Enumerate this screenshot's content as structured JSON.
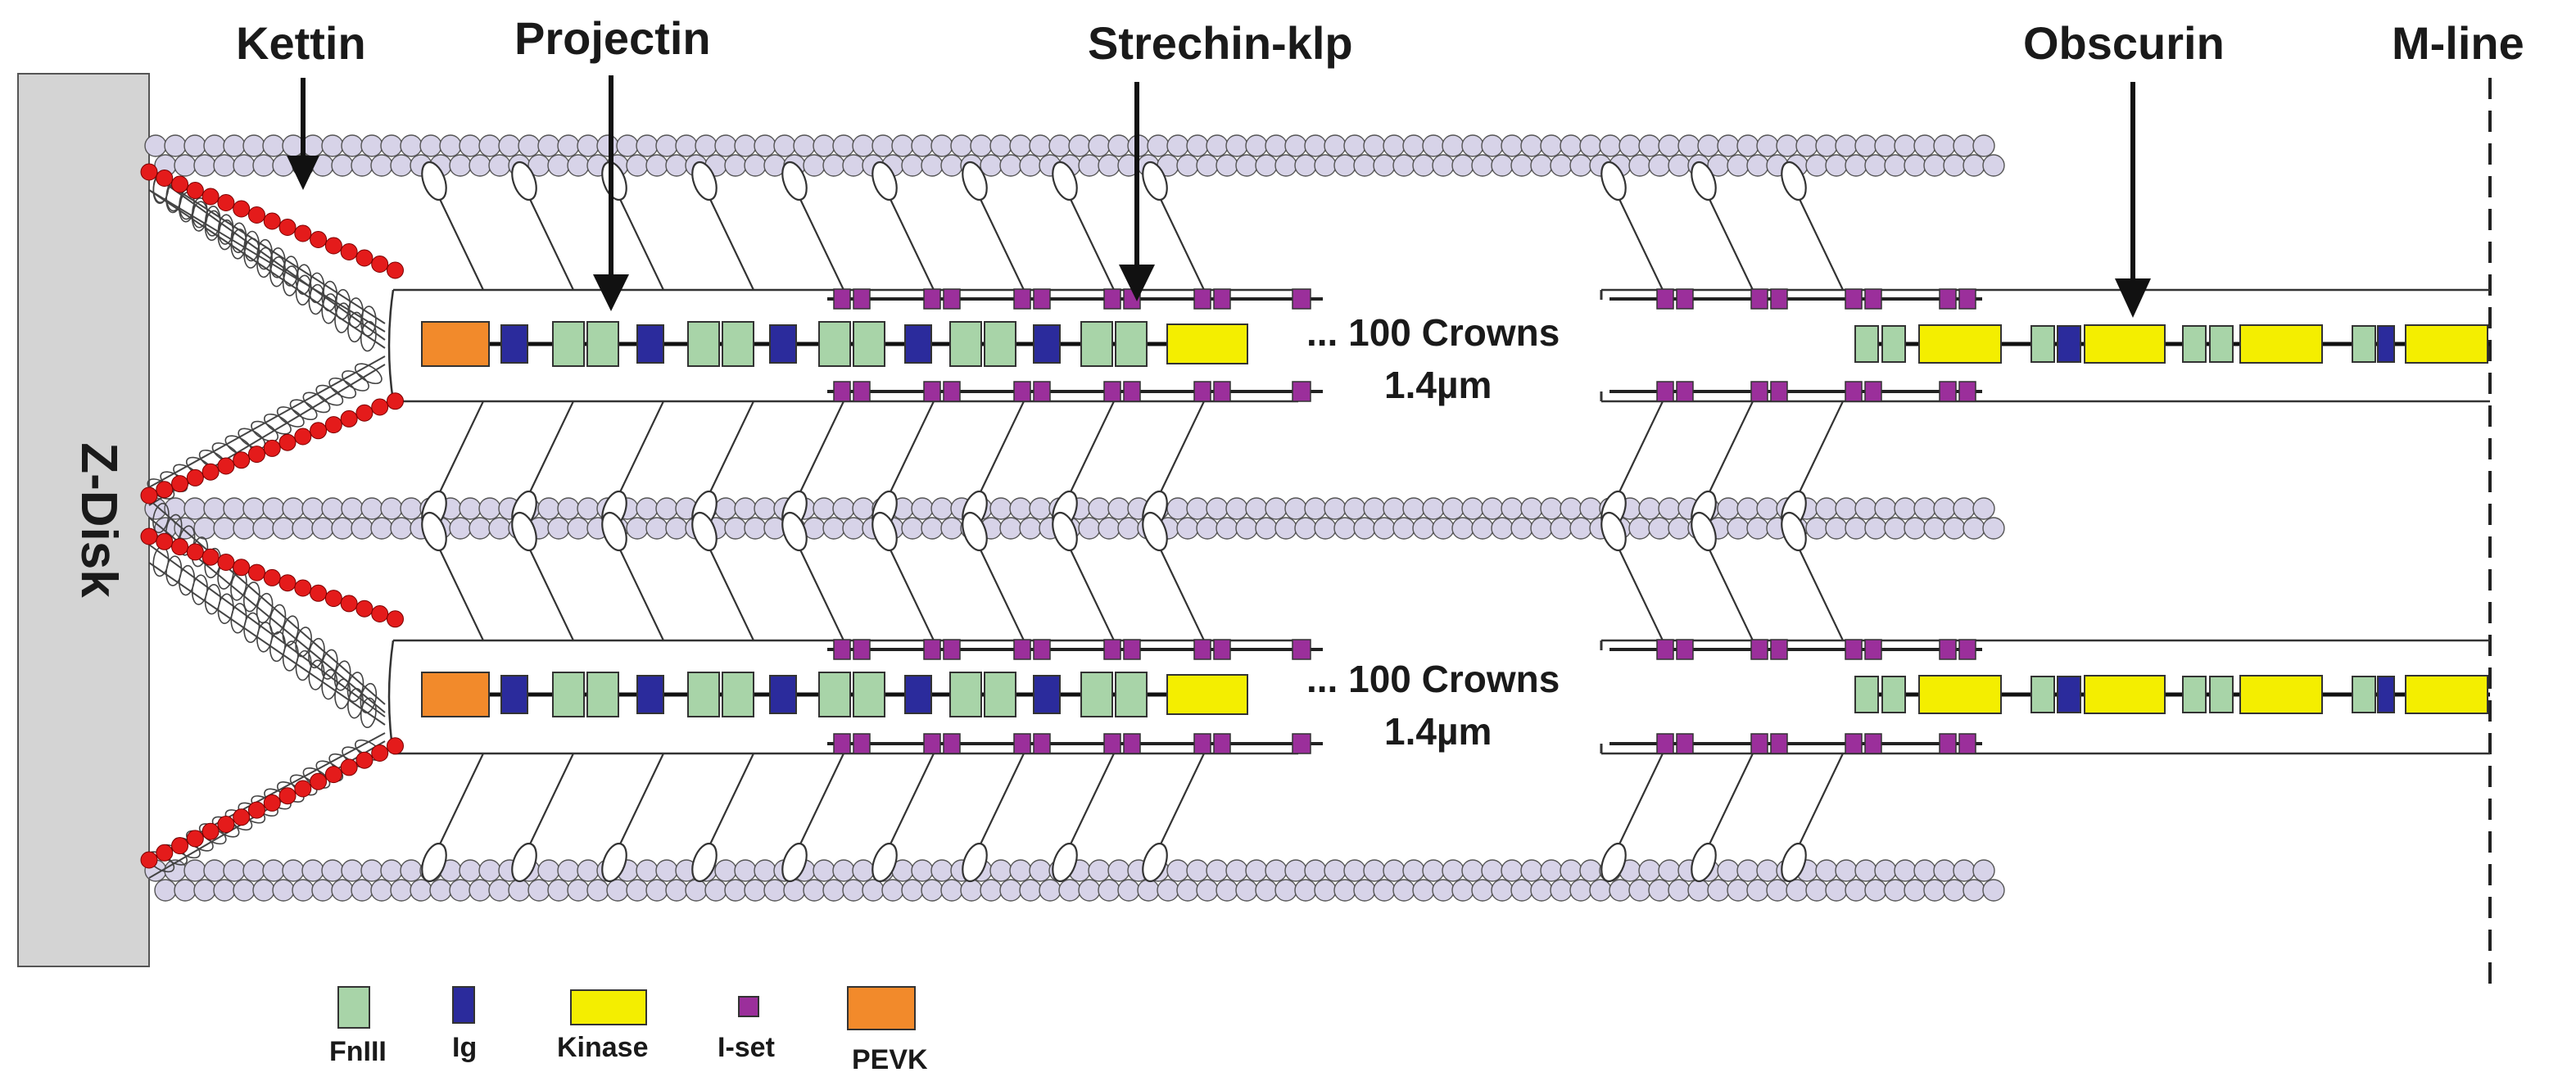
{
  "labels": {
    "kettin": "Kettin",
    "projectin": "Projectin",
    "strechin": "Strechin-klp",
    "obscurin": "Obscurin",
    "mline": "M-line",
    "zdisk": "Z-Disk"
  },
  "crowns": [
    {
      "text": "... 100 Crowns",
      "length": "1.4µm"
    },
    {
      "text": "... 100 Crowns",
      "length": "1.4µm"
    }
  ],
  "legend": [
    {
      "key": "fniii",
      "label": "FnIII",
      "color": "#a8d4a8"
    },
    {
      "key": "ig",
      "label": "Ig",
      "color": "#2b2b9c"
    },
    {
      "key": "kinase",
      "label": "Kinase",
      "color": "#f4ee00"
    },
    {
      "key": "iset",
      "label": "I-set",
      "color": "#9b2f9b"
    },
    {
      "key": "pevk",
      "label": "PEVK",
      "color": "#f28a2b"
    }
  ],
  "colors": {
    "actin_bead": "#d7d3e8",
    "kettin_bead": "#e41b1b",
    "zdisk": "#d4d4d4"
  }
}
